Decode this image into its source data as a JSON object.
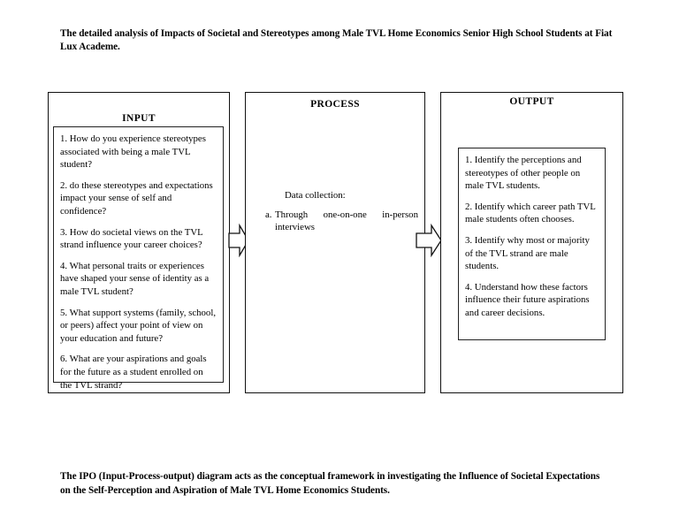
{
  "document": {
    "title": "The detailed analysis of Impacts of Societal and Stereotypes among Male TVL Home Economics Senior High School Students at Fiat Lux Academe.",
    "caption": "The IPO (Input-Process-output) diagram acts as the conceptual framework in investigating the Influence of Societal Expectations on the Self-Perception and Aspiration of Male TVL Home Economics Students.",
    "background_color": "#ffffff",
    "text_color": "#000000",
    "border_color": "#111111"
  },
  "diagram": {
    "type": "ipo",
    "stages": [
      {
        "id": "input",
        "heading": "INPUT",
        "items": [
          "1. How do you experience stereotypes associated with being a male TVL student?",
          "2. do these stereotypes and expectations impact your sense of self and confidence?",
          "3. How do societal views on the TVL strand influence your career choices?",
          "4. What personal traits or experiences have shaped your sense of identity as a male TVL student?",
          "5. What support systems (family, school, or peers) affect your point of view on your education and future?",
          "6. What are your aspirations and goals for the future as a student enrolled on the TVL strand?"
        ]
      },
      {
        "id": "process",
        "heading": "PROCESS",
        "label": "Data collection:",
        "steps": [
          {
            "marker": "a.",
            "line1_words": [
              "Through",
              "one-on-one",
              "in-person"
            ],
            "line2": "interviews",
            "full_text": "Through one-on-one in-person interviews"
          }
        ]
      },
      {
        "id": "output",
        "heading": "OUTPUT",
        "items": [
          "1. Identify the perceptions and stereotypes of other people on male TVL students.",
          "2. Identify which career path TVL male students often chooses.",
          "3. Identify why most or majority of the TVL strand are male students.",
          "4. Understand how these factors influence their future aspirations and career decisions."
        ]
      }
    ],
    "connectors": [
      {
        "id": "input-to-process",
        "icon": "right-arrow-icon",
        "direction": "right"
      },
      {
        "id": "process-to-output",
        "icon": "right-arrow-icon",
        "direction": "right"
      }
    ]
  }
}
